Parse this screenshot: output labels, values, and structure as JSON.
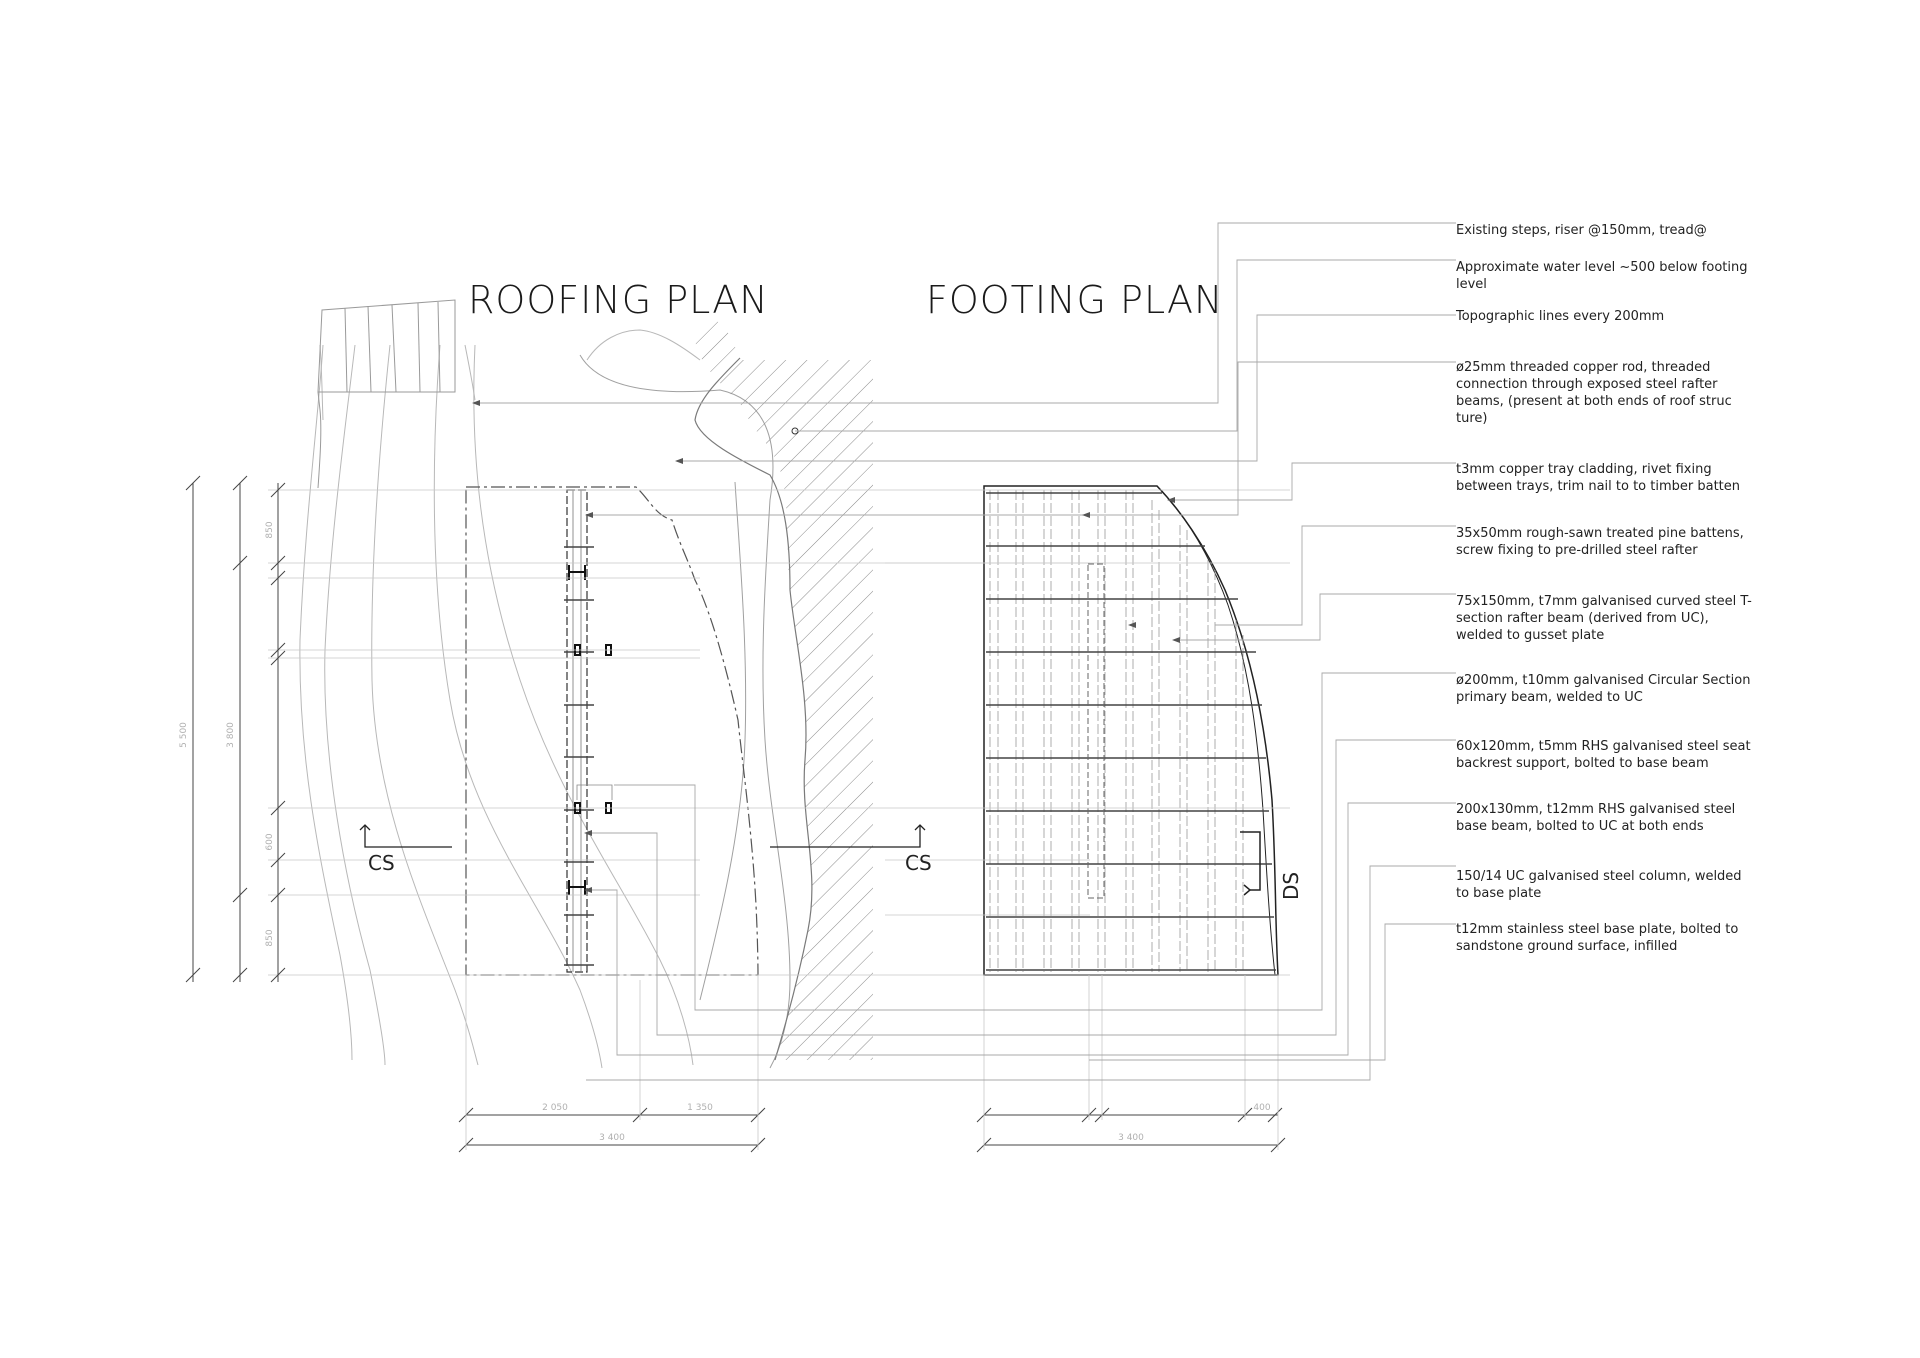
{
  "titles": {
    "roofing": "ROOFING PLAN",
    "footing": "FOOTING PLAN"
  },
  "section_marks": {
    "cs_left": "CS",
    "cs_right": "CS",
    "ds": "DS"
  },
  "dimensions": {
    "vertical_total": "5 500",
    "vertical_mid": "3 800",
    "v_850_top": "850",
    "v_600": "600",
    "v_850_bottom": "850",
    "roof_2050": "2 050",
    "roof_1350": "1 350",
    "roof_3400": "3 400",
    "foot_3400": "3 400",
    "foot_400": "400"
  },
  "annotations": [
    "Existing steps, riser @150mm, tread@",
    "Approximate water level ~500 below footing level",
    "Topographic lines every 200mm",
    "ø25mm threaded copper rod, threaded connection through exposed steel rafter beams, (present at both ends of roof struc ture)",
    "t3mm copper tray cladding, rivet fixing between trays, trim nail to to timber batten",
    "35x50mm rough-sawn treated pine battens, screw fixing to pre-drilled steel rafter",
    "75x150mm, t7mm galvanised curved steel T-section rafter beam (derived from UC), welded to gusset plate",
    "ø200mm, t10mm galvanised Circular Section primary beam, welded to UC",
    "60x120mm, t5mm RHS galvanised steel seat backrest support, bolted to base beam",
    "200x130mm, t12mm RHS galvanised steel base beam, bolted to UC at both ends",
    "150/14 UC galvanised steel column, welded to base plate",
    "t12mm stainless steel base plate, bolted to sandstone ground surface, infilled"
  ]
}
